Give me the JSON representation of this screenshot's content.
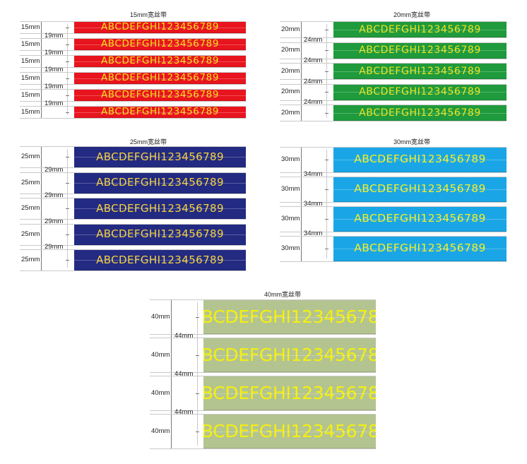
{
  "sample_text": "ABCDEFGHI123456789",
  "ribbons": [
    {
      "title": "15mm宽丝带",
      "width_label": "15mm",
      "gap_label": "19mm",
      "color": "#e8141e",
      "text_color": "#f2e018",
      "count": 6
    },
    {
      "title": "20mm宽丝带",
      "width_label": "20mm",
      "gap_label": "24mm",
      "color": "#1f9a3c",
      "text_color": "#eae31c",
      "count": 5
    },
    {
      "title": "25mm宽丝带",
      "width_label": "25mm",
      "gap_label": "29mm",
      "color": "#232a82",
      "text_color": "#f3d23a",
      "count": 5
    },
    {
      "title": "30mm宽丝带",
      "width_label": "30mm",
      "gap_label": "34mm",
      "color": "#1aa6e6",
      "text_color": "#f4ef22",
      "count": 4
    },
    {
      "title": "40mm宽丝带",
      "width_label": "40mm",
      "gap_label": "44mm",
      "color": "#b3c491",
      "text_color": "#f4ef10",
      "count": 4
    }
  ]
}
